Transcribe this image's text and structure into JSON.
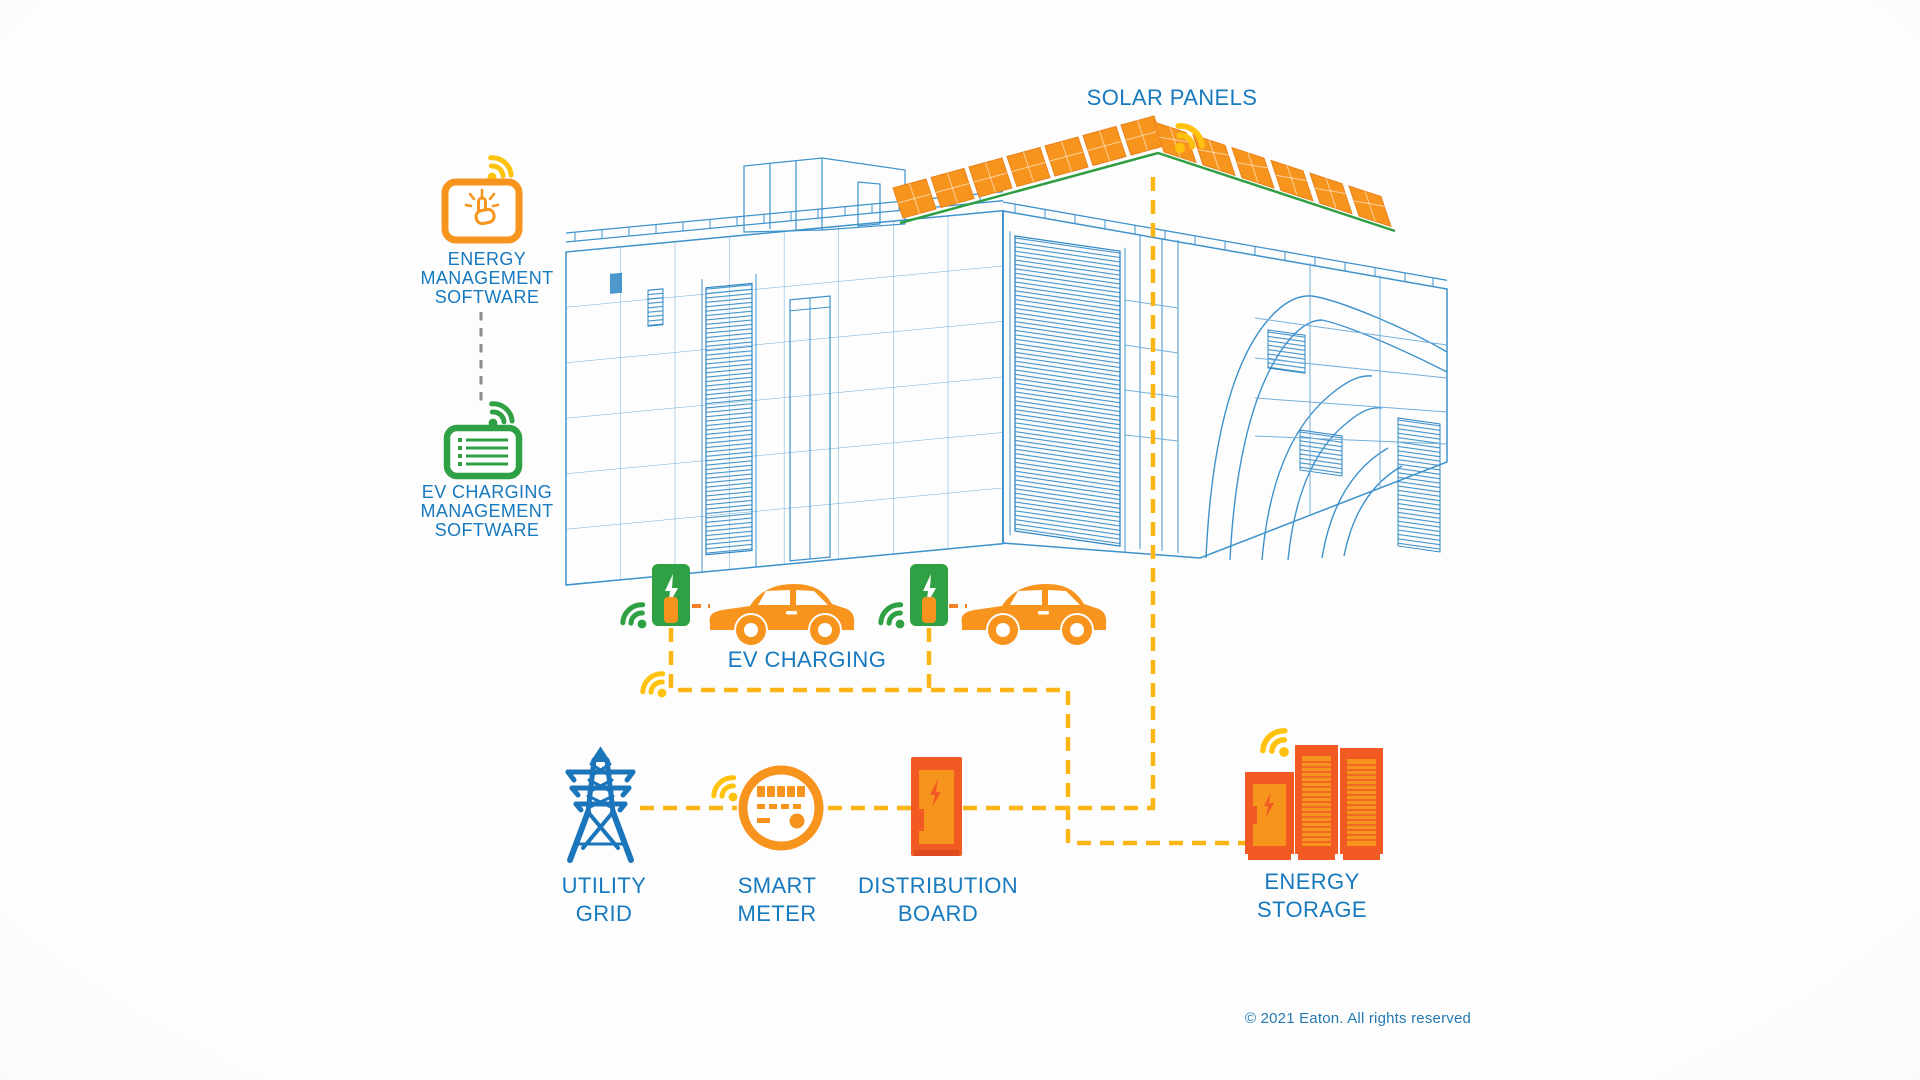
{
  "colors": {
    "text_blue": "#1779BE",
    "building_line": "#3E92CC",
    "building_line_light": "#74AFD9",
    "orange": "#F7941E",
    "deep_orange": "#F15A22",
    "green": "#2FA043",
    "dash_yellow": "#FBB616",
    "dash_orange": "#F58025",
    "dash_gray": "#8C8C8C"
  },
  "header": {
    "solar_panels_label": "SOLAR PANELS"
  },
  "software": {
    "energy_management": {
      "lines": [
        "ENERGY",
        "MANAGEMENT",
        "SOFTWARE"
      ]
    },
    "ev_charging_management": {
      "lines": [
        "EV CHARGING",
        "MANAGEMENT",
        "SOFTWARE"
      ]
    }
  },
  "ev_charging": {
    "label": "EV CHARGING"
  },
  "grid_nodes": {
    "utility_grid": {
      "lines": [
        "UTILITY",
        "GRID"
      ]
    },
    "smart_meter": {
      "lines": [
        "SMART",
        "METER"
      ]
    },
    "distribution_board": {
      "lines": [
        "DISTRIBUTION",
        "BOARD"
      ]
    },
    "energy_storage": {
      "lines": [
        "ENERGY",
        "STORAGE"
      ]
    }
  },
  "icons": {
    "wifi_signal": "two arcs + dot",
    "touch_tablet": "orange rounded screen with tapping hand",
    "checklist_tablet": "green rounded screen with list lines",
    "lightning_bolt": "bolt glyph on chargers and cabinets",
    "transmission_tower": "lattice utility pylon",
    "smart_meter_dial": "circular meter with digit blocks",
    "distribution_cabinet": "orange electrical cabinet",
    "storage_cabinets": "three louvered battery cabinets",
    "ev_car": "orange car silhouette",
    "solar_panel": "tilted orange pv module"
  },
  "footer": {
    "copyright": "© 2021 Eaton. All rights reserved"
  }
}
